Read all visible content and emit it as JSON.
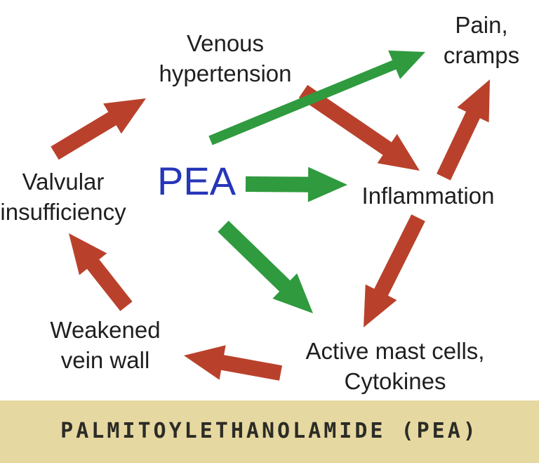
{
  "nodes": {
    "venous_hypertension": [
      "Venous",
      "hypertension"
    ],
    "pain_cramps": [
      "Pain,",
      "cramps"
    ],
    "valvular_insufficiency": [
      "Valvular",
      "insufficiency"
    ],
    "inflammation": [
      "Inflammation"
    ],
    "weakened_vein_wall": [
      "Weakened",
      "vein wall"
    ],
    "active_mast_cells": [
      "Active mast cells,",
      "Cytokines"
    ],
    "pea": "PEA"
  },
  "arrow_colors": {
    "red": "#b9412c",
    "green": "#2f9a3e"
  },
  "banner": {
    "title": "PALMITOYLETHANOLAMIDE (PEA)",
    "background": "#e6d8a1"
  }
}
